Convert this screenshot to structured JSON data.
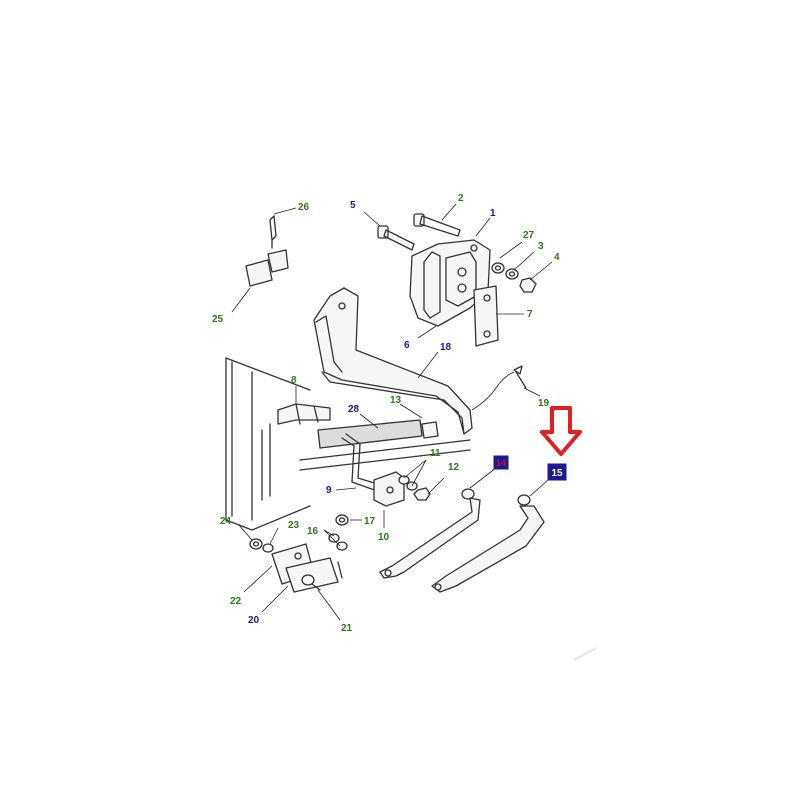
{
  "diagram": {
    "callouts": [
      {
        "id": "p1",
        "label": "1",
        "color": "#1a1a99"
      },
      {
        "id": "p2",
        "label": "2",
        "color": "#2a7a1a"
      },
      {
        "id": "p4",
        "label": "4",
        "color": "#2a7a1a"
      },
      {
        "id": "p5",
        "label": "5",
        "color": "#1a1a99"
      },
      {
        "id": "p6",
        "label": "6",
        "color": "#1a1a99"
      },
      {
        "id": "p7",
        "label": "7",
        "color": "#2a7a1a"
      },
      {
        "id": "p8",
        "label": "8",
        "color": "#2a7a1a"
      },
      {
        "id": "p9",
        "label": "9",
        "color": "#1a1a99"
      },
      {
        "id": "p10",
        "label": "10",
        "color": "#2a7a1a"
      },
      {
        "id": "p11",
        "label": "11",
        "color": "#2a7a1a"
      },
      {
        "id": "p12",
        "label": "12",
        "color": "#2a7a1a"
      },
      {
        "id": "p13",
        "label": "13",
        "color": "#2a7a1a"
      },
      {
        "id": "p16",
        "label": "16",
        "color": "#2a7a1a"
      },
      {
        "id": "p17",
        "label": "17",
        "color": "#2a7a1a"
      },
      {
        "id": "p18",
        "label": "18",
        "color": "#1a1a99"
      },
      {
        "id": "p19",
        "label": "19",
        "color": "#2a7a1a"
      },
      {
        "id": "p20",
        "label": "20",
        "color": "#1a1a99"
      },
      {
        "id": "p21",
        "label": "21",
        "color": "#2a7a1a"
      },
      {
        "id": "p22",
        "label": "22",
        "color": "#2a7a1a"
      },
      {
        "id": "p23",
        "label": "23",
        "color": "#2a7a1a"
      },
      {
        "id": "p24",
        "label": "24",
        "color": "#2a7a1a"
      },
      {
        "id": "p25",
        "label": "25",
        "color": "#2a7a1a"
      },
      {
        "id": "p26",
        "label": "26",
        "color": "#2a7a1a"
      },
      {
        "id": "p27",
        "label": "27",
        "color": "#2a7a1a"
      },
      {
        "id": "p28",
        "label": "28",
        "color": "#1a1a99"
      },
      {
        "id": "p3",
        "label": "3",
        "color": "#2a7a1a"
      }
    ],
    "tags": [
      {
        "id": "t14",
        "label": "14",
        "bg": "#1a1a99",
        "color": "#cc1111"
      },
      {
        "id": "t15",
        "label": "15",
        "bg": "#1a1a99",
        "color": "#ffffff"
      }
    ],
    "arrow_color": "#e02020"
  }
}
